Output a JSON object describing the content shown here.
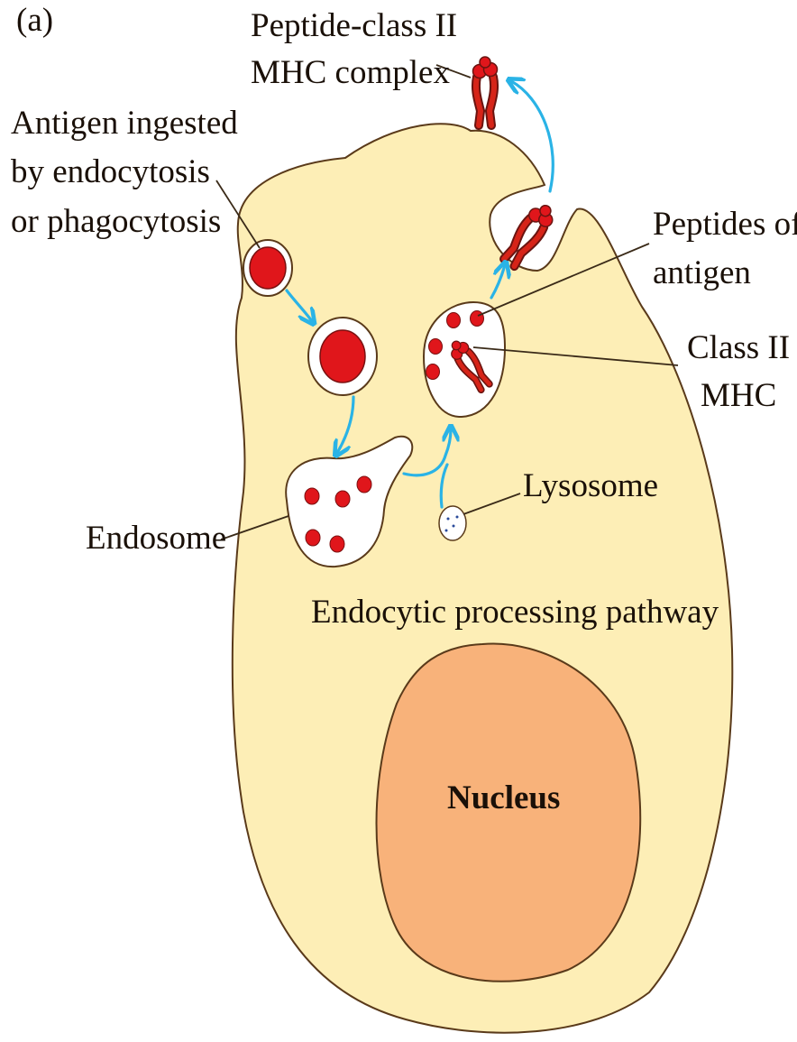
{
  "panel_label": "(a)",
  "labels": {
    "mhc_complex": [
      "Peptide-class II",
      "MHC complex"
    ],
    "antigen_ingested": [
      "Antigen ingested",
      "by endocytosis",
      "or phagocytosis"
    ],
    "peptides_of_antigen": [
      "Peptides of",
      "antigen"
    ],
    "class_ii_mhc": [
      "Class II",
      "MHC"
    ],
    "lysosome": "Lysosome",
    "endosome": "Endosome",
    "pathway": "Endocytic processing pathway",
    "nucleus": "Nucleus"
  },
  "colors": {
    "cell_fill": "#fdeeb6",
    "outline": "#5a3a1a",
    "nucleus_fill": "#f8b27a",
    "antigen_red": "#e0161b",
    "mhc_red": "#c81e16",
    "arrow_blue": "#2ab3e6",
    "leader_line": "#3a2a18",
    "vesicle_fill": "#ffffff"
  }
}
